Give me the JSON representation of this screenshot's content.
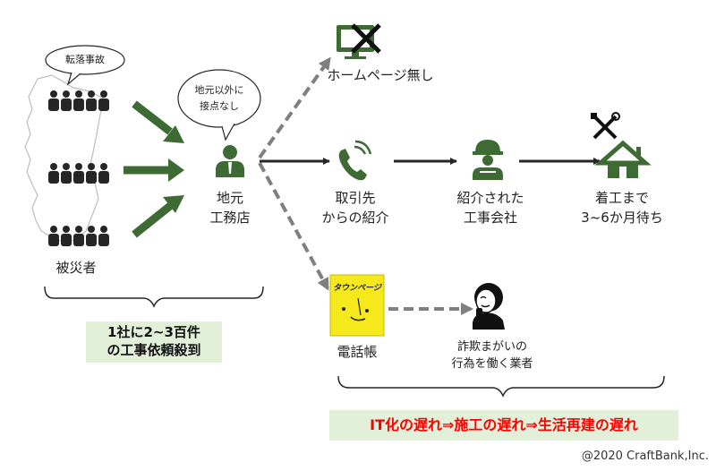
{
  "colors": {
    "green": "#3d6b33",
    "gray_dash": "#7f7f7f",
    "dark": "#262626",
    "highlight_bg": "#e2efd9",
    "alert_red": "#ff0000"
  },
  "victims": {
    "bubble": "転落事故",
    "label": "被災者"
  },
  "contractor": {
    "bubble_lines": [
      "地元以外に",
      "接点なし"
    ],
    "label_lines": [
      "地元",
      "工務店"
    ]
  },
  "branch_top": {
    "label": "ホームページ無し"
  },
  "branch_middle": [
    {
      "label_lines": [
        "取引先",
        "からの紹介"
      ]
    },
    {
      "label_lines": [
        "紹介された",
        "工事会社"
      ]
    },
    {
      "label_lines": [
        "着工まで",
        "3~6か月待ち"
      ]
    }
  ],
  "branch_bottom": {
    "phonebook_cover": "タウンページ",
    "phonebook_label": "電話帳",
    "scammer_lines": [
      "詐欺まがいの",
      "行為を働く業者"
    ]
  },
  "summary_left_lines": [
    "1社に2~3百件",
    "の工事依頼殺到"
  ],
  "summary_right": "IT化の遅れ⇒施工の遅れ⇒生活再建の遅れ",
  "copyright": "@2020 CraftBank,Inc."
}
